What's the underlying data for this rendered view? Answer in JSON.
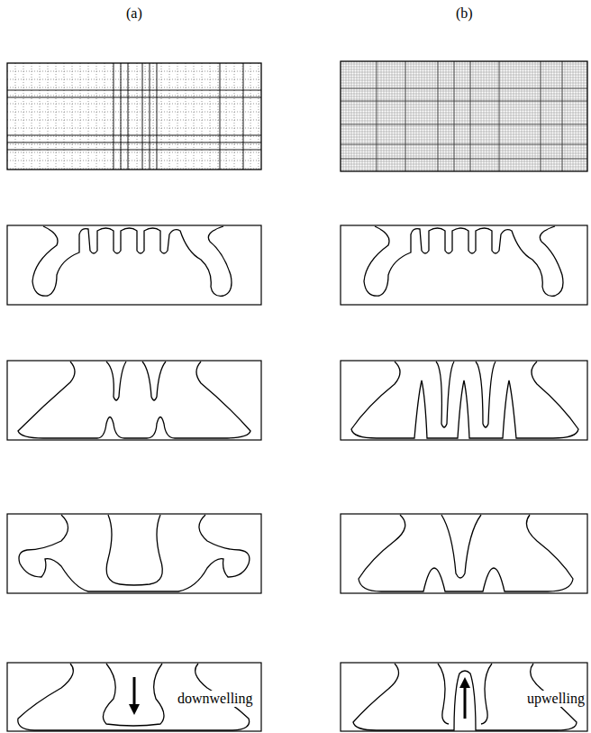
{
  "diagram": {
    "labels": [
      "(a)",
      "(b)",
      "downwelling",
      "upwelling"
    ]
  }
}
